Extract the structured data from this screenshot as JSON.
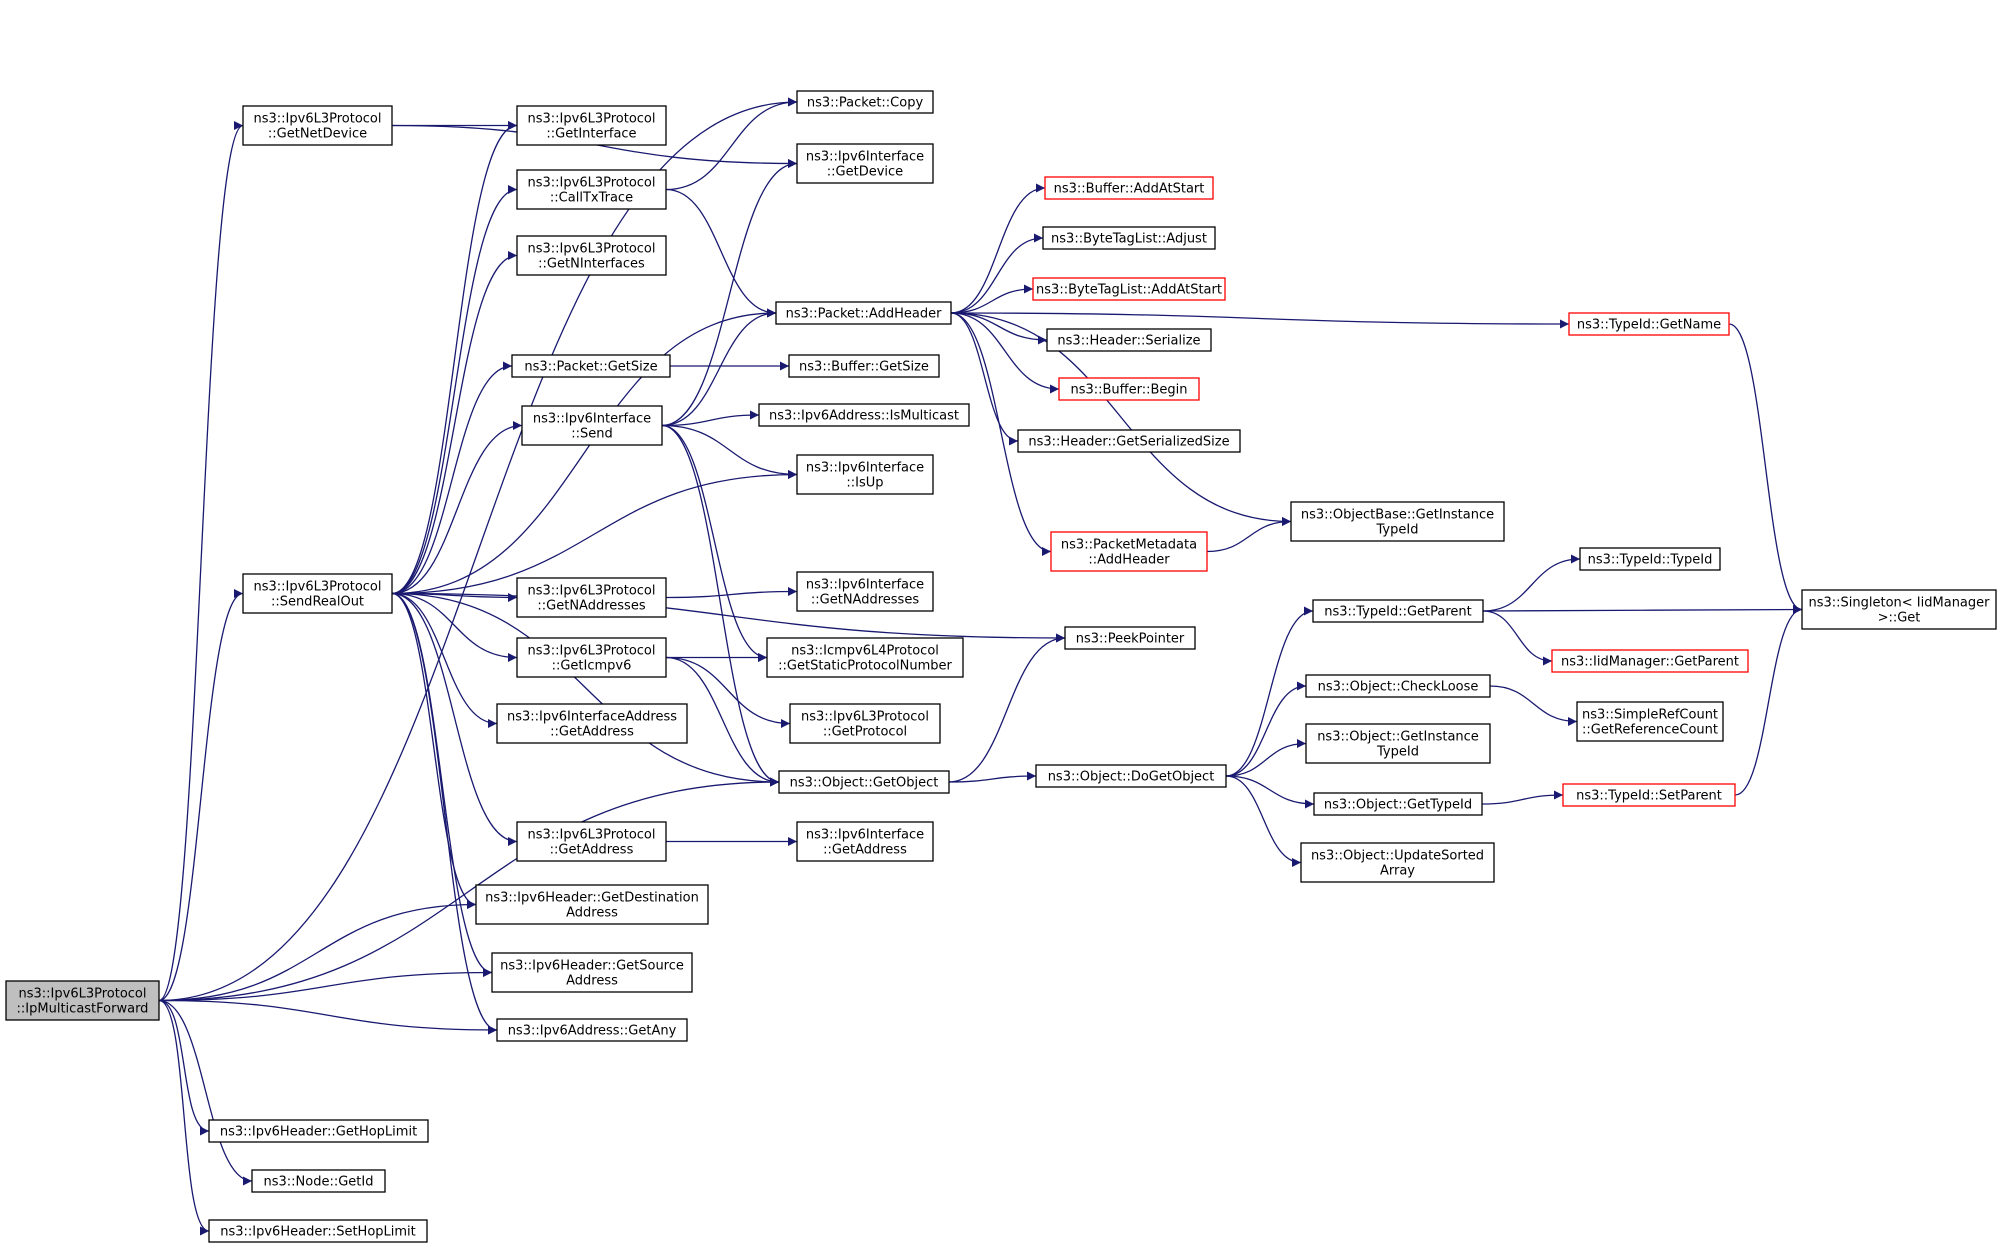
{
  "colors": {
    "edge": "#191970",
    "node_border": "#000000",
    "node_border_red": "#ff0000",
    "root_fill": "#bfbfbf",
    "node_fill": "#ffffff"
  },
  "nodes": {
    "ipmc": {
      "lines": [
        "ns3::Ipv6L3Protocol",
        "::IpMulticastForward"
      ],
      "style": "root"
    },
    "getnetdev": {
      "lines": [
        "ns3::Ipv6L3Protocol",
        "::GetNetDevice"
      ]
    },
    "sendrealout": {
      "lines": [
        "ns3::Ipv6L3Protocol",
        "::SendRealOut"
      ]
    },
    "l3getif": {
      "lines": [
        "ns3::Ipv6L3Protocol",
        "::GetInterface"
      ]
    },
    "calltx": {
      "lines": [
        "ns3::Ipv6L3Protocol",
        "::CallTxTrace"
      ]
    },
    "getnif": {
      "lines": [
        "ns3::Ipv6L3Protocol",
        "::GetNInterfaces"
      ]
    },
    "pktgetsize": {
      "lines": [
        "ns3::Packet::GetSize"
      ]
    },
    "ifsend": {
      "lines": [
        "ns3::Ipv6Interface",
        "::Send"
      ]
    },
    "l3getnaddr": {
      "lines": [
        "ns3::Ipv6L3Protocol",
        "::GetNAddresses"
      ]
    },
    "l3geticmp": {
      "lines": [
        "ns3::Ipv6L3Protocol",
        "::GetIcmpv6"
      ]
    },
    "ifaddrget": {
      "lines": [
        "ns3::Ipv6InterfaceAddress",
        "::GetAddress"
      ]
    },
    "l3getaddr": {
      "lines": [
        "ns3::Ipv6L3Protocol",
        "::GetAddress"
      ]
    },
    "hdrdest": {
      "lines": [
        "ns3::Ipv6Header::GetDestination",
        "Address"
      ]
    },
    "hdrsrc": {
      "lines": [
        "ns3::Ipv6Header::GetSource",
        "Address"
      ]
    },
    "getany": {
      "lines": [
        "ns3::Ipv6Address::GetAny"
      ]
    },
    "gethop": {
      "lines": [
        "ns3::Ipv6Header::GetHopLimit"
      ]
    },
    "nodeid": {
      "lines": [
        "ns3::Node::GetId"
      ]
    },
    "sethop": {
      "lines": [
        "ns3::Ipv6Header::SetHopLimit"
      ]
    },
    "pktcopy": {
      "lines": [
        "ns3::Packet::Copy"
      ]
    },
    "ifgetdev": {
      "lines": [
        "ns3::Ipv6Interface",
        "::GetDevice"
      ]
    },
    "addheader": {
      "lines": [
        "ns3::Packet::AddHeader"
      ]
    },
    "bufgetsize": {
      "lines": [
        "ns3::Buffer::GetSize"
      ]
    },
    "ismulti": {
      "lines": [
        "ns3::Ipv6Address::IsMulticast"
      ]
    },
    "isup": {
      "lines": [
        "ns3::Ipv6Interface",
        "::IsUp"
      ]
    },
    "ifgetnaddr": {
      "lines": [
        "ns3::Ipv6Interface",
        "::GetNAddresses"
      ]
    },
    "icmpstatic": {
      "lines": [
        "ns3::Icmpv6L4Protocol",
        "::GetStaticProtocolNumber"
      ]
    },
    "l3getproto": {
      "lines": [
        "ns3::Ipv6L3Protocol",
        "::GetProtocol"
      ]
    },
    "getobject": {
      "lines": [
        "ns3::Object::GetObject"
      ]
    },
    "ifgetaddr": {
      "lines": [
        "ns3::Ipv6Interface",
        "::GetAddress"
      ]
    },
    "bufaddstart": {
      "lines": [
        "ns3::Buffer::AddAtStart"
      ],
      "style": "red"
    },
    "btladjust": {
      "lines": [
        "ns3::ByteTagList::Adjust"
      ]
    },
    "btladdstart": {
      "lines": [
        "ns3::ByteTagList::AddAtStart"
      ],
      "style": "red"
    },
    "hdrserialize": {
      "lines": [
        "ns3::Header::Serialize"
      ]
    },
    "bufbegin": {
      "lines": [
        "ns3::Buffer::Begin"
      ],
      "style": "red"
    },
    "hdrsersize": {
      "lines": [
        "ns3::Header::GetSerializedSize"
      ]
    },
    "pmaddheader": {
      "lines": [
        "ns3::PacketMetadata",
        "::AddHeader"
      ],
      "style": "red"
    },
    "peekptr": {
      "lines": [
        "ns3::PeekPointer"
      ]
    },
    "dogetobject": {
      "lines": [
        "ns3::Object::DoGetObject"
      ]
    },
    "objbasetid": {
      "lines": [
        "ns3::ObjectBase::GetInstance",
        "TypeId"
      ]
    },
    "tidgetname": {
      "lines": [
        "ns3::TypeId::GetName"
      ],
      "style": "red"
    },
    "tidgetparent": {
      "lines": [
        "ns3::TypeId::GetParent"
      ]
    },
    "checkloose": {
      "lines": [
        "ns3::Object::CheckLoose"
      ]
    },
    "objinsttid": {
      "lines": [
        "ns3::Object::GetInstance",
        "TypeId"
      ]
    },
    "objgettid": {
      "lines": [
        "ns3::Object::GetTypeId"
      ]
    },
    "updsorted": {
      "lines": [
        "ns3::Object::UpdateSorted",
        "Array"
      ]
    },
    "tidtid": {
      "lines": [
        "ns3::TypeId::TypeId"
      ]
    },
    "iidgetparent": {
      "lines": [
        "ns3::IidManager::GetParent"
      ],
      "style": "red"
    },
    "refcount": {
      "lines": [
        "ns3::SimpleRefCount",
        "::GetReferenceCount"
      ]
    },
    "tidsetparent": {
      "lines": [
        "ns3::TypeId::SetParent"
      ],
      "style": "red"
    },
    "singleton": {
      "lines": [
        "ns3::Singleton< IidManager",
        " >::Get"
      ]
    }
  },
  "edges": [
    [
      "ipmc",
      "getnetdev"
    ],
    [
      "ipmc",
      "pktcopy"
    ],
    [
      "ipmc",
      "sendrealout"
    ],
    [
      "ipmc",
      "hdrdest"
    ],
    [
      "ipmc",
      "hdrsrc"
    ],
    [
      "ipmc",
      "getany"
    ],
    [
      "ipmc",
      "getobject"
    ],
    [
      "ipmc",
      "gethop"
    ],
    [
      "ipmc",
      "nodeid"
    ],
    [
      "ipmc",
      "sethop"
    ],
    [
      "getnetdev",
      "l3getif"
    ],
    [
      "getnetdev",
      "ifgetdev"
    ],
    [
      "sendrealout",
      "l3getif"
    ],
    [
      "sendrealout",
      "calltx"
    ],
    [
      "sendrealout",
      "getnif"
    ],
    [
      "sendrealout",
      "addheader"
    ],
    [
      "sendrealout",
      "pktgetsize"
    ],
    [
      "sendrealout",
      "ifsend"
    ],
    [
      "sendrealout",
      "isup"
    ],
    [
      "sendrealout",
      "peekptr"
    ],
    [
      "sendrealout",
      "l3getnaddr"
    ],
    [
      "sendrealout",
      "l3geticmp"
    ],
    [
      "sendrealout",
      "ifaddrget"
    ],
    [
      "sendrealout",
      "getobject"
    ],
    [
      "sendrealout",
      "l3getaddr"
    ],
    [
      "sendrealout",
      "hdrdest"
    ],
    [
      "sendrealout",
      "hdrsrc"
    ],
    [
      "sendrealout",
      "getany"
    ],
    [
      "calltx",
      "pktcopy"
    ],
    [
      "calltx",
      "addheader"
    ],
    [
      "pktgetsize",
      "bufgetsize"
    ],
    [
      "ifsend",
      "ifgetdev"
    ],
    [
      "ifsend",
      "addheader"
    ],
    [
      "ifsend",
      "ismulti"
    ],
    [
      "ifsend",
      "isup"
    ],
    [
      "ifsend",
      "icmpstatic"
    ],
    [
      "ifsend",
      "getobject"
    ],
    [
      "l3getnaddr",
      "ifgetnaddr"
    ],
    [
      "l3geticmp",
      "icmpstatic"
    ],
    [
      "l3geticmp",
      "l3getproto"
    ],
    [
      "l3geticmp",
      "getobject"
    ],
    [
      "l3getaddr",
      "ifgetaddr"
    ],
    [
      "getobject",
      "peekptr"
    ],
    [
      "getobject",
      "dogetobject"
    ],
    [
      "addheader",
      "bufaddstart"
    ],
    [
      "addheader",
      "btladjust"
    ],
    [
      "addheader",
      "btladdstart"
    ],
    [
      "addheader",
      "hdrserialize"
    ],
    [
      "addheader",
      "bufbegin"
    ],
    [
      "addheader",
      "hdrsersize"
    ],
    [
      "addheader",
      "objbasetid"
    ],
    [
      "addheader",
      "pmaddheader"
    ],
    [
      "addheader",
      "tidgetname"
    ],
    [
      "pmaddheader",
      "objbasetid"
    ],
    [
      "tidgetname",
      "singleton"
    ],
    [
      "dogetobject",
      "tidgetparent"
    ],
    [
      "dogetobject",
      "checkloose"
    ],
    [
      "dogetobject",
      "objinsttid"
    ],
    [
      "dogetobject",
      "objgettid"
    ],
    [
      "dogetobject",
      "updsorted"
    ],
    [
      "tidgetparent",
      "tidtid"
    ],
    [
      "tidgetparent",
      "singleton"
    ],
    [
      "tidgetparent",
      "iidgetparent"
    ],
    [
      "checkloose",
      "refcount"
    ],
    [
      "objgettid",
      "tidsetparent"
    ],
    [
      "tidsetparent",
      "singleton"
    ]
  ]
}
